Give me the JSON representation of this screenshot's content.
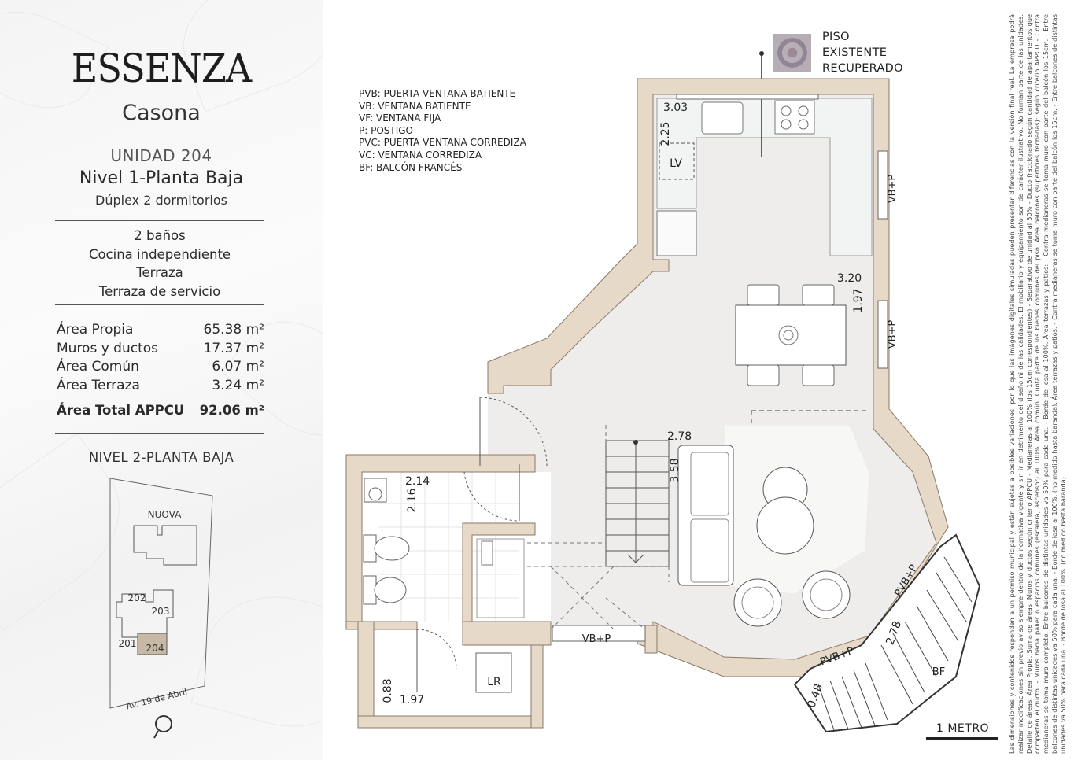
{
  "brand": {
    "name": "ESSENZA",
    "subtitle": "Casona"
  },
  "unit": {
    "title": "UNIDAD 204",
    "level": "Nivel 1-Planta Baja",
    "type": "Dúplex 2 dormitorios"
  },
  "features": [
    "2 baños",
    "Cocina independiente",
    "Terraza",
    "Terraza de servicio"
  ],
  "areas": [
    {
      "label": "Área Propia",
      "value": "65.38 m²"
    },
    {
      "label": "Muros y ductos",
      "value": "17.37 m²"
    },
    {
      "label": "Área Común",
      "value": "6.07 m²"
    },
    {
      "label": "Área Terraza",
      "value": "3.24 m²"
    }
  ],
  "total_area": {
    "label": "Área Total APPCU",
    "value": "92.06 m²"
  },
  "site_map": {
    "title": "NIVEL 2-PLANTA BAJA",
    "top_label": "NUOVA",
    "units": [
      "202",
      "203",
      "201",
      "204"
    ],
    "street": "Av. 19 de Abril",
    "highlight_unit": "204",
    "highlight_color": "#c8b9a6"
  },
  "legend": [
    "PVB: PUERTA VENTANA BATIENTE",
    "VB: VENTANA BATIENTE",
    "VF: VENTANA FIJA",
    "P: POSTIGO",
    "PVC: PUERTA VENTANA CORREDIZA",
    "VC: VENTANA CORREDIZA",
    "BF: BALCÓN FRANCÉS"
  ],
  "floor_sample": {
    "label_lines": [
      "PISO",
      "EXISTENTE",
      "RECUPERADO"
    ]
  },
  "plan": {
    "wall_color": "#e6d9c8",
    "wall_stroke": "#8a7a68",
    "floor_color": "#efedec",
    "kitchen_dims": [
      "3.03",
      "2.25"
    ],
    "dining_dims": [
      "3.20",
      "1.97"
    ],
    "living_dims": [
      "2.78",
      "3.58"
    ],
    "bath_dims": [
      "2.14",
      "2.16"
    ],
    "laundry_dims": [
      "0.88",
      "1.97"
    ],
    "balcony_dims": [
      "2.78",
      "0.48"
    ],
    "labels": {
      "lv": "LV",
      "lr": "LR",
      "vbp": "VB+P",
      "pvbp": "PVB+P",
      "bf": "BF"
    }
  },
  "scale_label": "1 METRO",
  "disclaimer": "Las dimensiones y contenidos responden a un permiso municipal y están sujetas a posibles variaciones, por lo que las imágenes digitales simuladas pueden presentar diferencias con la versión final real. La empresa podrá realizar modificaciones sin previo aviso siempre dentro de la normativa vigente y sin ir en detrimento del diseño ni de las calidades. El mobiliario y equipamiento son de carácter ilustrativo. No forman parte de las unidades. Detalle de áreas. Área Propia. Suma de áreas. Muros y ductos según criterio APPCU - Medianeras al 100% (los 15cm correspondientes) - Separativo de unidad al 50% - Ducto fraccionado según cantidad de apartamentos que comparten el ducto. - Muros hacia palier o espacios comunes (escalera, ascensor) al 100%. Área común: Cuota parte de los bienes comunes del piso. Área balcones (superficies techadas): según criterio APPCU - Contra medianeras se toma muro completo. Entre balcones de distintas unidades va 50% para cada una. - Borde de losa al 100%. Área terrazas y patios: - Contra medianeras se toma muro con parte del balcón los 15cm. - Entre balcones de distintas unidades va 50% para cada una. - Borde de losa al 100%. (no medido hasta baranda). Área terrazas y patios: - Contra medianeras se toma muro con parte del balcón los 15cm. - Entre balcones de distintas unidades va 50% para cada una. - Borde de losa al 100%. (no medido hasta baranda)."
}
